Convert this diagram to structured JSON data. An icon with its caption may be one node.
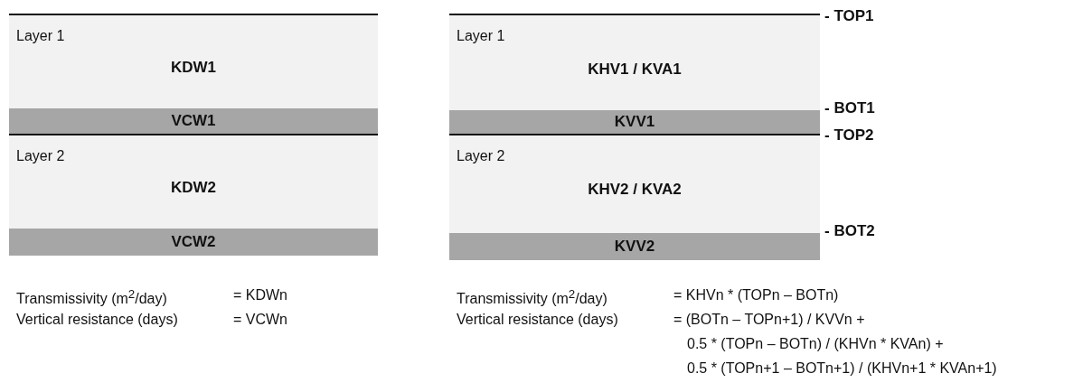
{
  "diagram": {
    "nodes": [
      {
        "text": [
          "Layer 1",
          "KDW1"
        ]
      },
      {
        "text": [
          "VCW1"
        ]
      },
      {
        "text": [
          "Layer 2",
          "KDW2"
        ]
      },
      {
        "text": [
          "VCW2"
        ]
      },
      {
        "text": [
          "Layer 1",
          "KHV1 / KVA1"
        ]
      },
      {
        "text": [
          "KVV1"
        ]
      },
      {
        "text": [
          "Layer 2",
          "KHV2 / KVA2"
        ]
      },
      {
        "text": [
          "KVV2"
        ]
      }
    ],
    "edges": [],
    "labels": [
      "- TOP1",
      "- BOT1",
      "- TOP2",
      "- BOT2",
      "Transmissivity (m$^{2}$/day)",
      "= KDWn",
      "Vertical resistance (days)",
      "= VCWn",
      "Transmissivity (m$^{2}$/day)",
      "= KHVn * (TOPn – BOTn)",
      "Vertical resistance (days)",
      "= (BOTn – TOPn+1) / KVVn +",
      "0.5 * (TOPn – BOTn) / (KHVn * KVAn) +",
      "0.5 * (TOPn+1 – BOTn+1) / (KHVn+1 * KVAn+1)"
    ]
  }
}
